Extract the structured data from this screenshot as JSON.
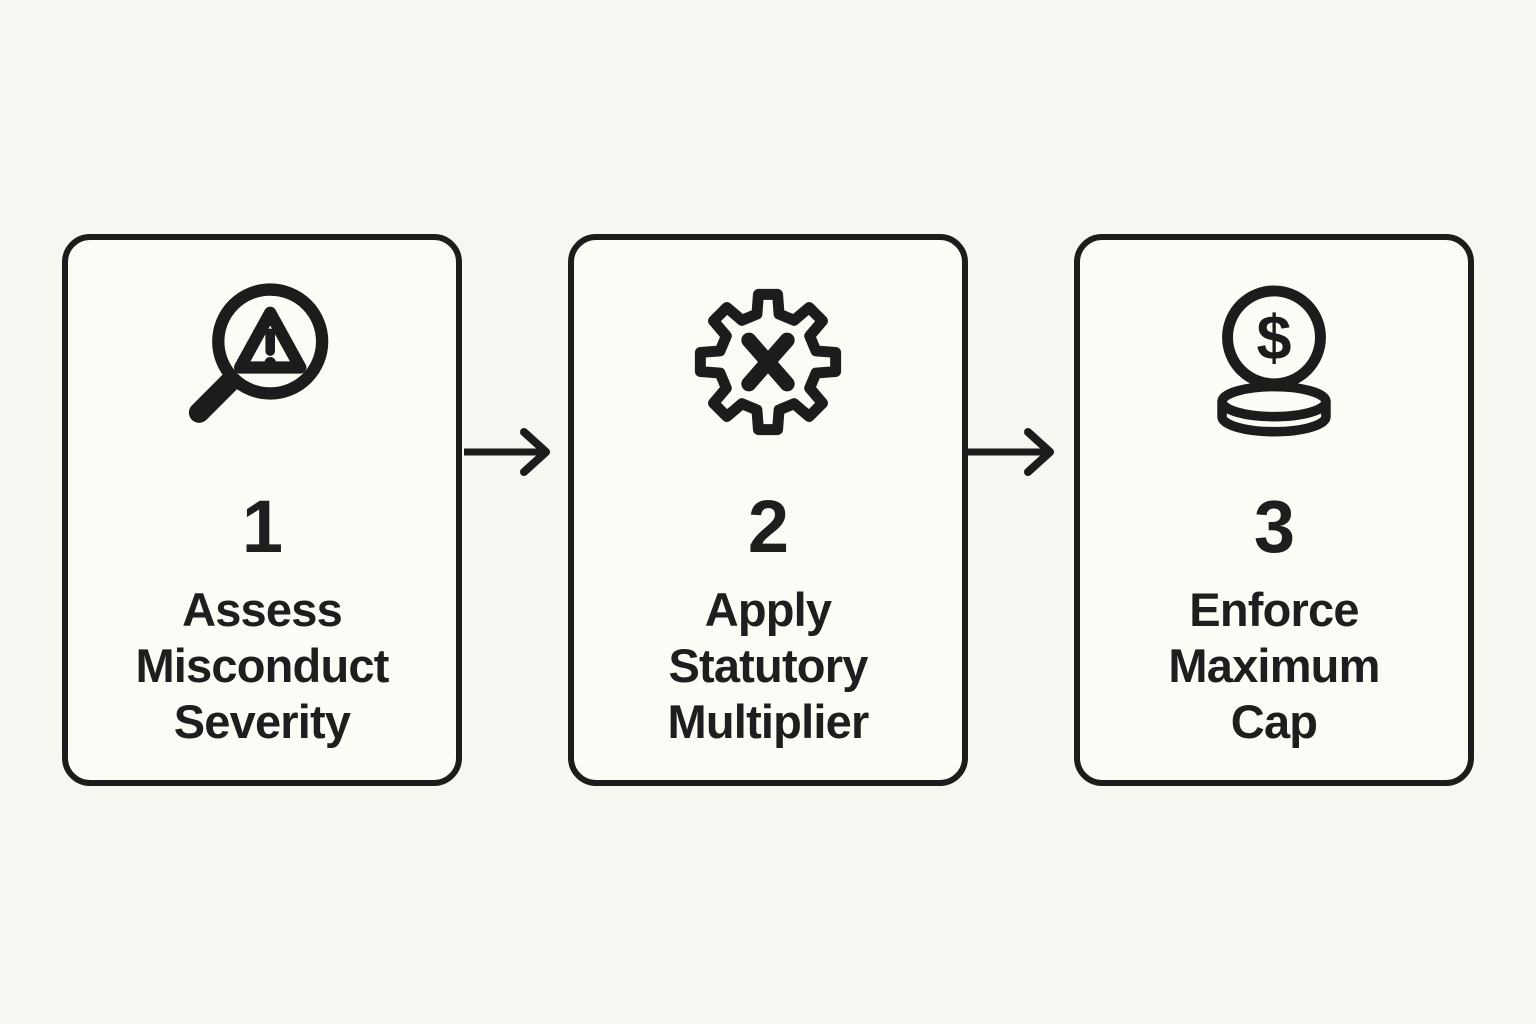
{
  "page": {
    "background_color": "#F8F6F0",
    "description": "Three-step process flow diagram"
  },
  "theme": {
    "card_background": "#FCFBF6",
    "line_color": "#1C1C1C",
    "text_color": "#1E1E1E"
  },
  "steps": [
    {
      "number": "1",
      "icon": "magnifier-alert-icon",
      "label": "Assess Misconduct Severity",
      "label_lines": [
        "Assess",
        "Misconduct",
        "Severity"
      ]
    },
    {
      "number": "2",
      "icon": "gear-multiplier-icon",
      "label": "Apply Statutory Multiplier",
      "label_lines": [
        "Apply",
        "Statutory",
        "Multiplier"
      ]
    },
    {
      "number": "3",
      "icon": "coin-dollar-icon",
      "label": "Enforce Maximum Cap",
      "label_lines": [
        "Enforce",
        "Maximum",
        "Cap"
      ]
    }
  ],
  "connectors": [
    {
      "type": "arrow-right"
    },
    {
      "type": "arrow-right"
    }
  ],
  "icon_glyphs": {
    "coin_symbol": "$"
  }
}
